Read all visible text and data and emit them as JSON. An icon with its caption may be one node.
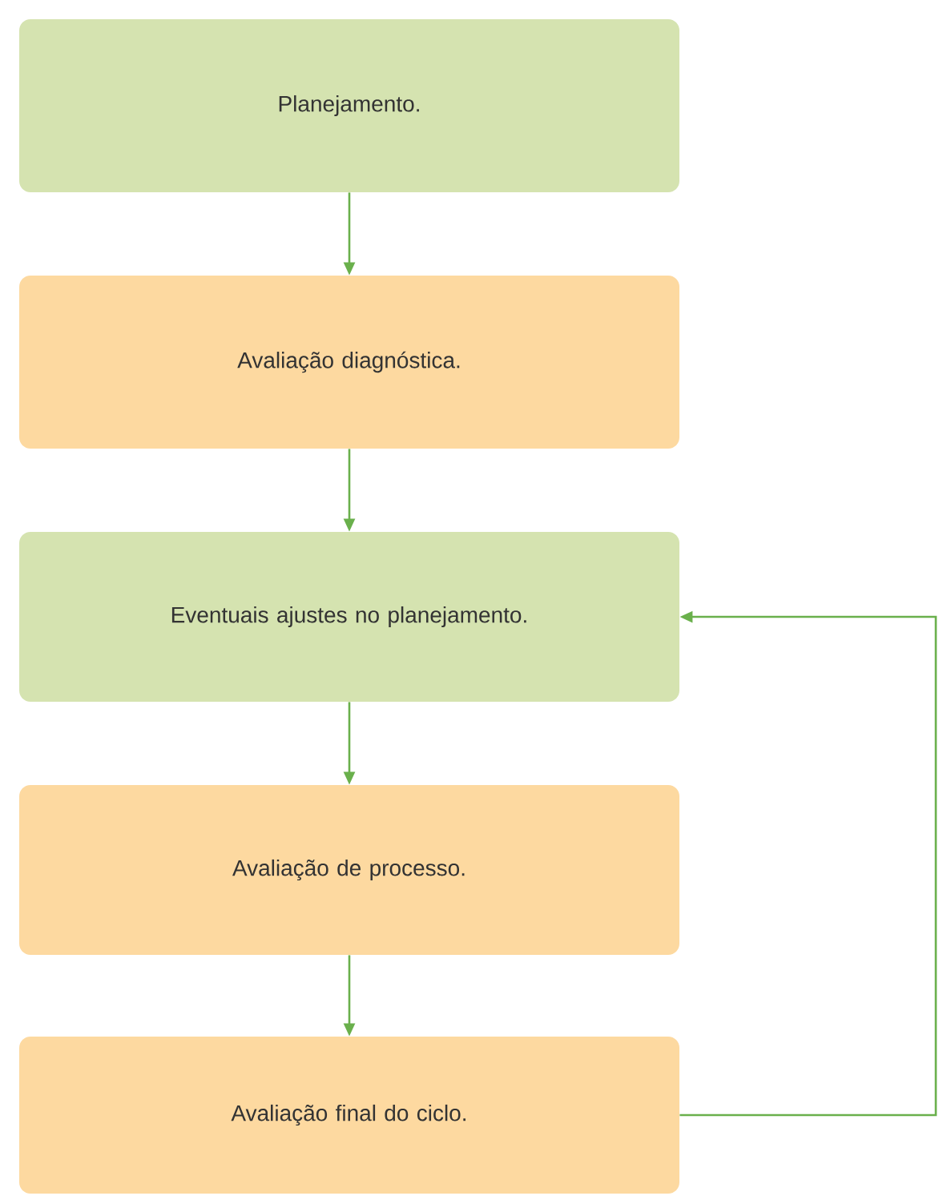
{
  "diagram": {
    "nodes": [
      {
        "text": [
          "Planejamento."
        ]
      },
      {
        "text": [
          "Avaliação diagnóstica."
        ]
      },
      {
        "text": [
          "Eventuais ajustes no planejamento."
        ]
      },
      {
        "text": [
          "Avaliação de processo."
        ]
      },
      {
        "text": [
          "Avaliação final do ciclo."
        ]
      }
    ],
    "edges": [
      {
        "from": 0,
        "to": 1,
        "arrow": "to"
      },
      {
        "from": 1,
        "to": 2,
        "arrow": "to"
      },
      {
        "from": 2,
        "to": 3,
        "arrow": "to"
      },
      {
        "from": 3,
        "to": 4,
        "arrow": "to"
      },
      {
        "from": 4,
        "to": 2,
        "arrow": "to"
      }
    ]
  }
}
